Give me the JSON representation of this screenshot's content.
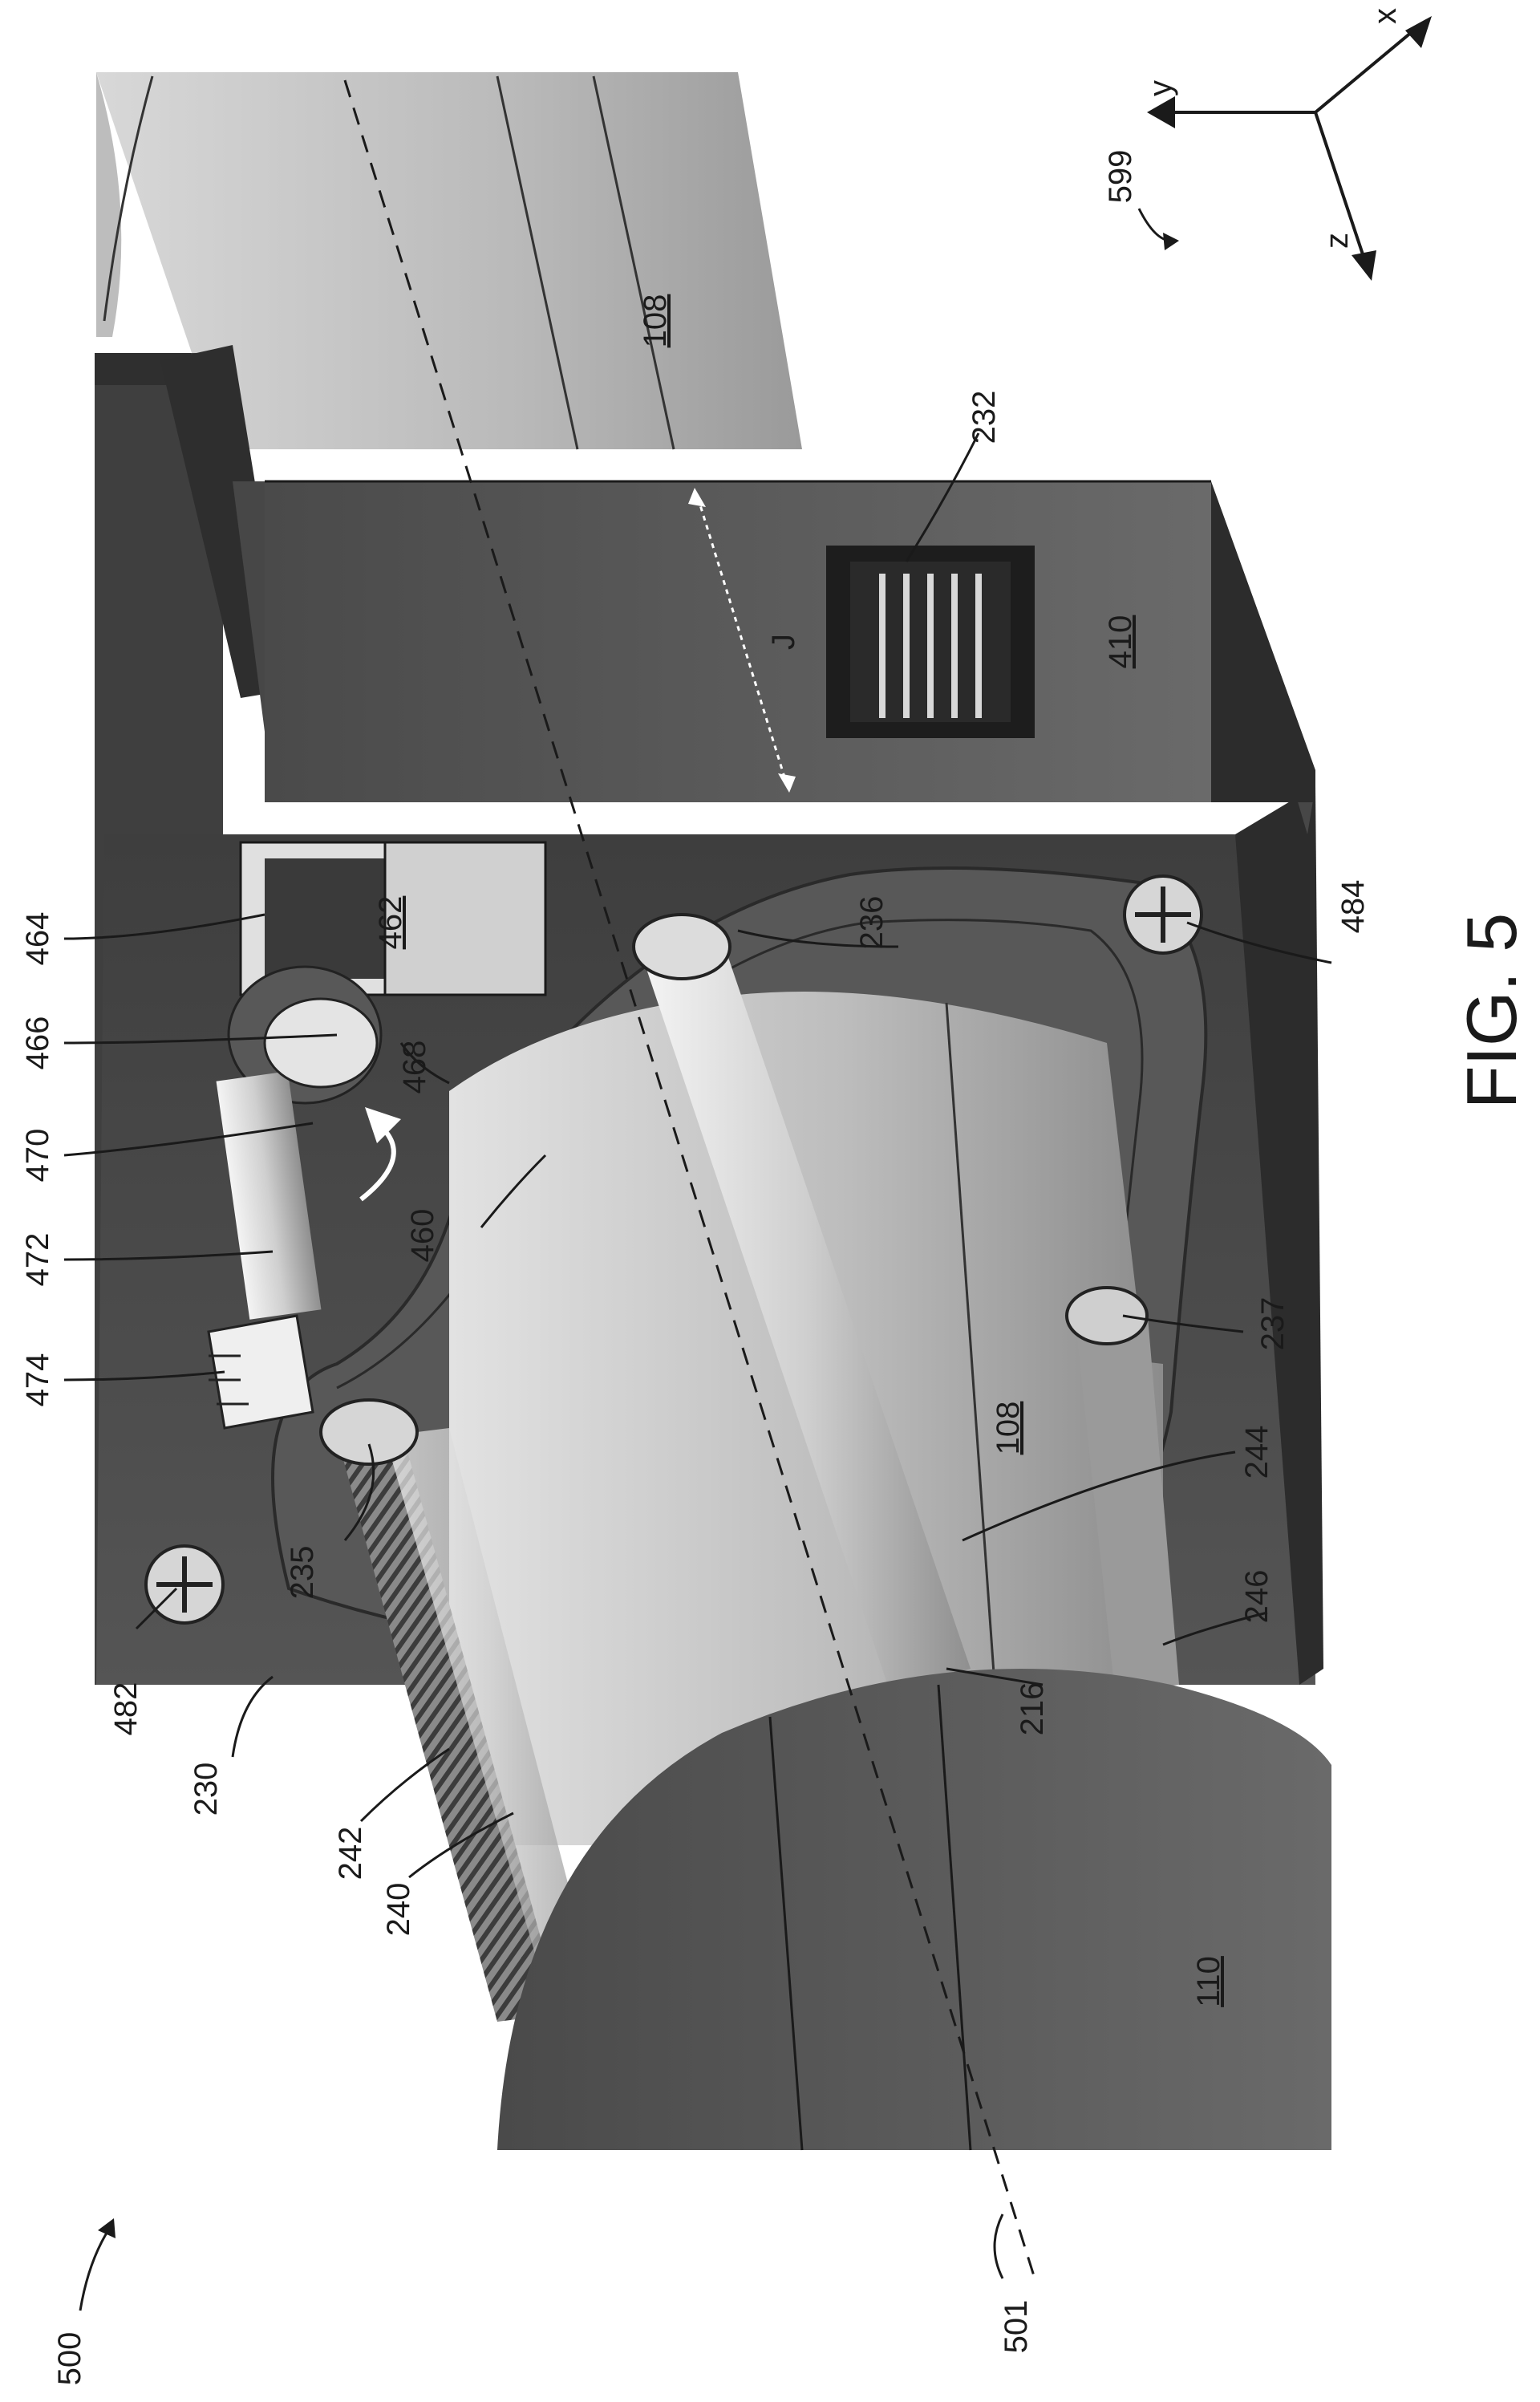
{
  "figure": {
    "caption": "FIG. 5",
    "view_number": "500",
    "axis_number": "501",
    "coordinate_system": {
      "number": "599",
      "axes": [
        "x",
        "y",
        "z"
      ]
    },
    "dimension_label": "J"
  },
  "labels": {
    "l108a": "108",
    "l108b": "108",
    "l110": "110",
    "l410": "410",
    "l462": "462",
    "l232": "232",
    "l464": "464",
    "l466": "466",
    "l468": "468",
    "l470": "470",
    "l472": "472",
    "l474": "474",
    "l460": "460",
    "l236": "236",
    "l484": "484",
    "l237": "237",
    "l244": "244",
    "l246": "246",
    "l216": "216",
    "l235": "235",
    "l482": "482",
    "l230": "230",
    "l242": "242",
    "l240": "240"
  },
  "underlined_labels": [
    "108",
    "110",
    "410",
    "462"
  ],
  "colors": {
    "light_cylinder": "#c4c4c4",
    "dark_housing": "#4b4b4b",
    "mid_gray": "#8e8e8e",
    "line": "#1a1a1a"
  }
}
